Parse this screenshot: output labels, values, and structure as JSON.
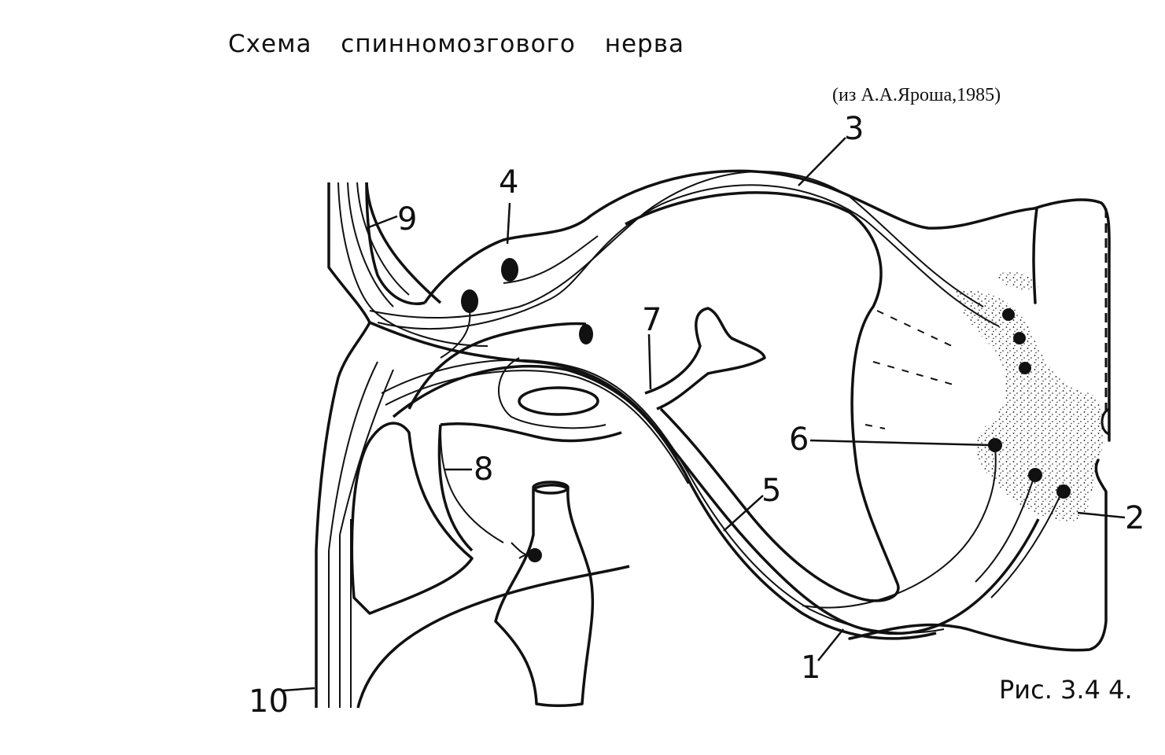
{
  "title": "Схема спинномозгового нерва",
  "source": "(из А.А.Яроша,1985)",
  "figure_caption": "Рис. 3.4 4.",
  "labels": {
    "l1": "1",
    "l2": "2",
    "l3": "3",
    "l4": "4",
    "l5": "5",
    "l6": "6",
    "l7": "7",
    "l8": "8",
    "l9": "9",
    "l10": "10"
  },
  "colors": {
    "ink": "#111111",
    "paper": "#ffffff"
  }
}
